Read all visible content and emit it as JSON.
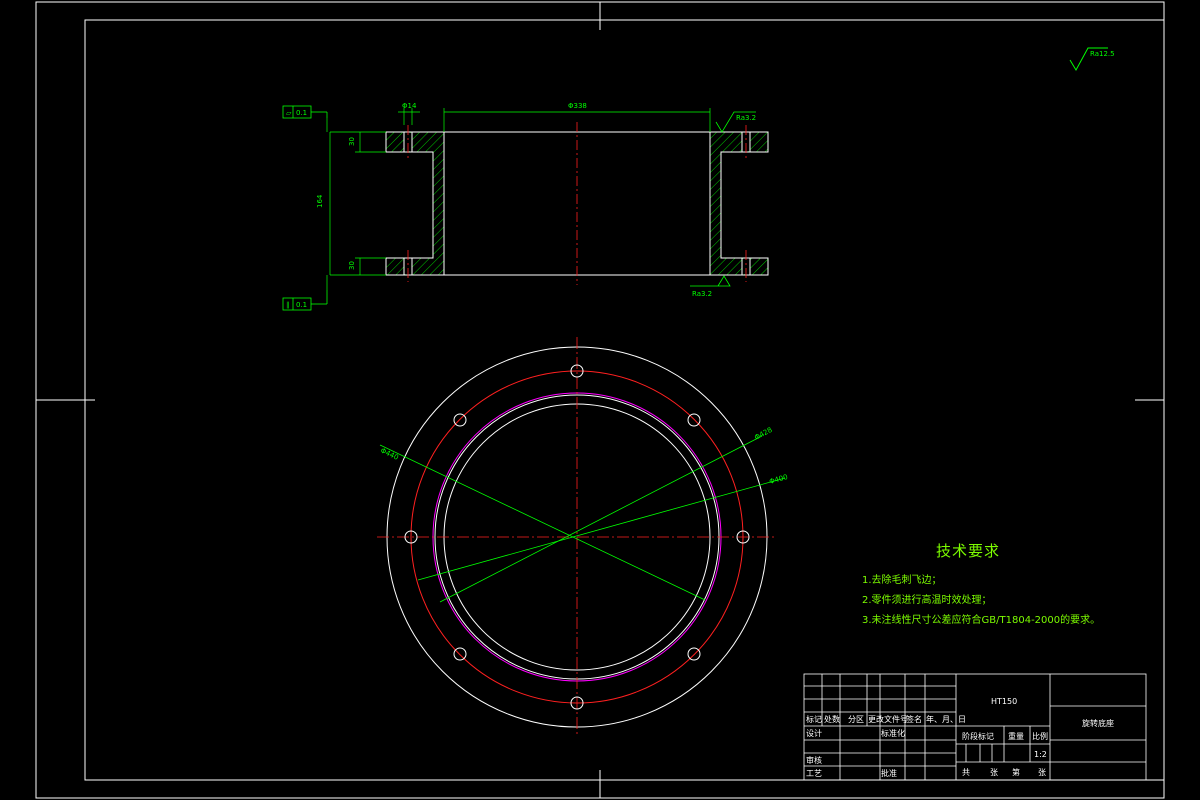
{
  "surface_roughness": {
    "general": "Ra12.5",
    "top_right_face": "Ra3.2",
    "bottom_face": "Ra3.2"
  },
  "tolerances": {
    "flatness_top": {
      "symbol": "⏥",
      "value": "0.1"
    },
    "parallelism_bottom": {
      "symbol": "∥",
      "value": "0.1"
    }
  },
  "dimensions": {
    "top_width": "Φ14",
    "inner_width": "Φ338",
    "flange_top": "30",
    "overall_height": "164",
    "flange_bottom": "30",
    "dia_left": "Φ440",
    "dia_right1": "Φ428",
    "dia_right2": "Φ400"
  },
  "technical_requirements": {
    "title": "技术要求",
    "items": [
      "1.去除毛刺飞边；",
      "2.零件须进行高温时效处理；",
      "3.未注线性尺寸公差应符合GB/T1804-2000的要求。"
    ]
  },
  "title_block": {
    "material": "HT150",
    "part_name": "旋转底座",
    "header_row": [
      "标记",
      "处数",
      "分区",
      "更改文件号",
      "签名",
      "年、月、日"
    ],
    "design_label": "设计",
    "standardization_label": "标准化",
    "review_label": "审核",
    "process_label": "工艺",
    "approve_label": "批准",
    "stage_label": "阶段标记",
    "weight_label": "重量",
    "scale_label": "比例",
    "scale_value": "1:2",
    "sheets_label": "共",
    "sheet_word": "张",
    "sheet_of_label": "第",
    "sheet_word2": "张"
  },
  "colors": {
    "outline": "#ffffff",
    "centerline": "#ff2020",
    "dimension": "#00ff00",
    "magenta_circle": "#ff00ff",
    "hatch": "#00ff00"
  }
}
